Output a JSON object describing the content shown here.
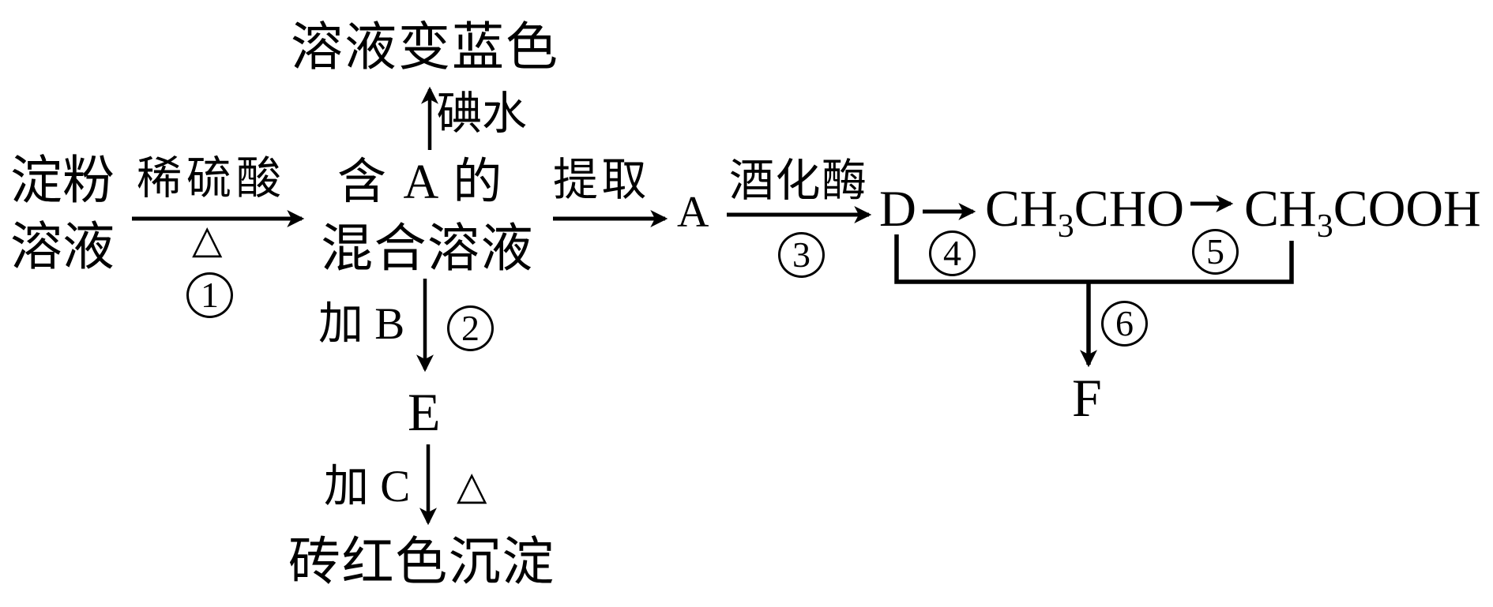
{
  "diagram": {
    "result_blue": "溶液变蓝色",
    "iodine_water": "碘水",
    "starch_l1": "淀粉",
    "starch_l2": "溶液",
    "dilute_sulfuric_acid": "稀硫酸",
    "heat1": "△",
    "step1": "1",
    "mixed_l1": "含 A 的",
    "mixed_l2": "混合溶液",
    "extract": "提取",
    "node_a": "A",
    "zymase": "酒化酶",
    "step3": "3",
    "node_d": "D",
    "step4": "4",
    "ch3cho": {
      "p1": "CH",
      "sub": "3",
      "p2": "CHO"
    },
    "step5": "5",
    "ch3cooh": {
      "p1": "CH",
      "sub": "3",
      "p2": "COOH"
    },
    "step6": "6",
    "node_f": "F",
    "add_b": "加 B",
    "step2": "2",
    "node_e": "E",
    "add_c": "加 C",
    "heat2": "△",
    "brick_red": "砖红色沉淀"
  }
}
